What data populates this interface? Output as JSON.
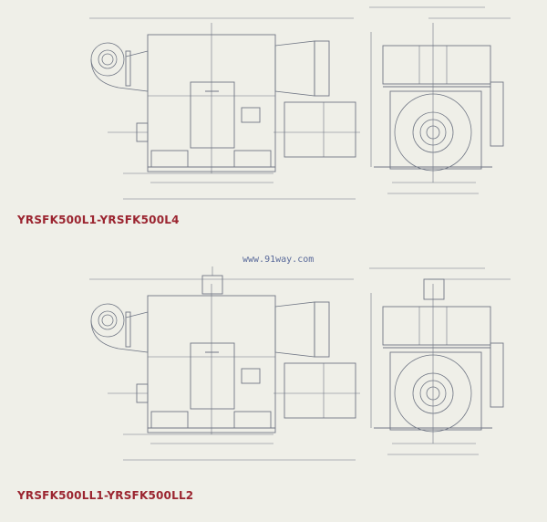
{
  "drawings": [
    {
      "model_title": "YRSFK500L1-YRSFK500L4",
      "has_top_motor": false
    },
    {
      "model_title": "YRSFK500LL1-YRSFK500LL2",
      "has_top_motor": true
    }
  ],
  "watermark": "www.91way.com",
  "colors": {
    "line": "#707684",
    "title": "#9b2530",
    "background": "#efefe8"
  }
}
